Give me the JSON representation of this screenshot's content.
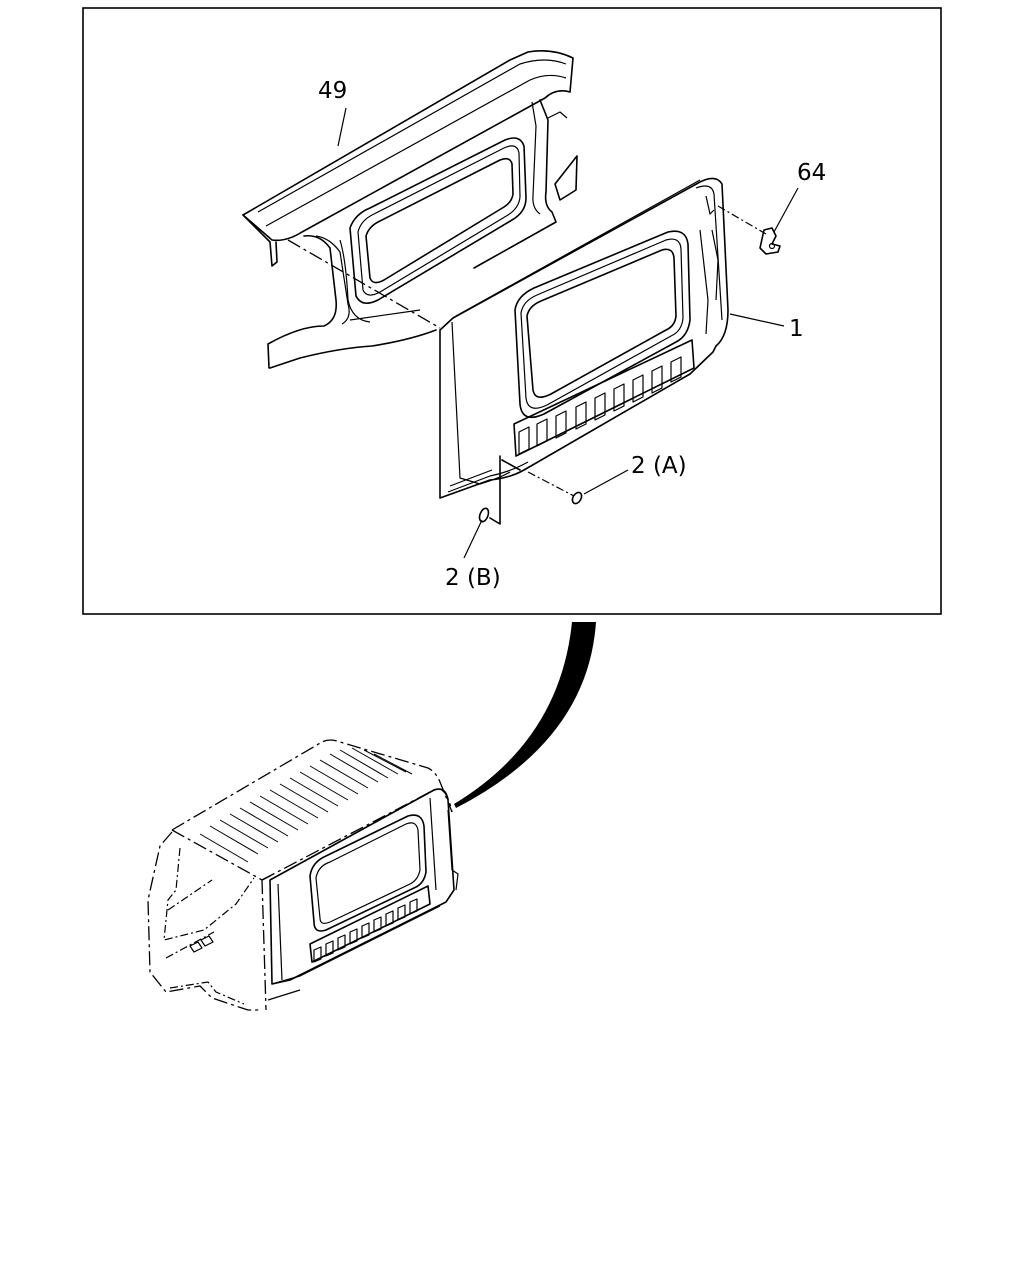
{
  "callouts": {
    "part_49": "49",
    "part_64": "64",
    "part_1": "1",
    "part_2a": "2 (A)",
    "part_2b": "2 (B)"
  },
  "icons": [
    "upper-rear-panel",
    "rear-panel",
    "clip",
    "plug",
    "cab-overview"
  ]
}
